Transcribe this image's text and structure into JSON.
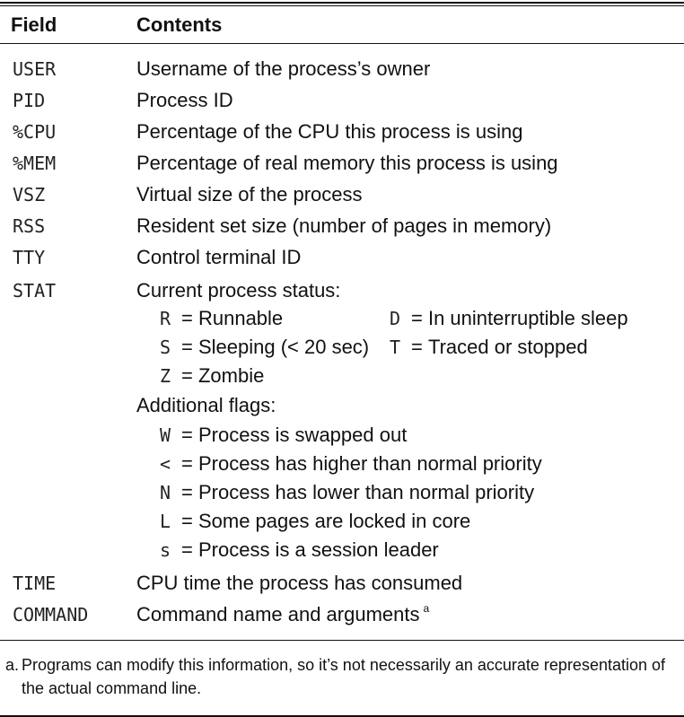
{
  "header": {
    "field": "Field",
    "contents": "Contents"
  },
  "rows": [
    {
      "field": "USER",
      "desc": "Username of the process’s owner"
    },
    {
      "field": "PID",
      "desc": "Process ID"
    },
    {
      "field": "%CPU",
      "desc": "Percentage of the CPU this process is using"
    },
    {
      "field": "%MEM",
      "desc": "Percentage of real memory this process is using"
    },
    {
      "field": "VSZ",
      "desc": "Virtual size of the process"
    },
    {
      "field": "RSS",
      "desc": "Resident set size (number of pages in memory)"
    },
    {
      "field": "TTY",
      "desc": "Control terminal ID"
    },
    {
      "field": "STAT",
      "desc": "Current process status:"
    },
    {
      "field": "TIME",
      "desc": "CPU time the process has consumed"
    },
    {
      "field": "COMMAND",
      "desc": "Command name and arguments",
      "footnote_ref": "a"
    }
  ],
  "stat_status": [
    {
      "code": "R",
      "meaning": "Runnable"
    },
    {
      "code": "D",
      "meaning": "In uninterruptible sleep"
    },
    {
      "code": "S",
      "meaning": "Sleeping (< 20 sec)"
    },
    {
      "code": "T",
      "meaning": "Traced or stopped"
    },
    {
      "code": "Z",
      "meaning": "Zombie"
    }
  ],
  "additional_flags_label": "Additional flags:",
  "additional_flags": [
    {
      "code": "W",
      "meaning": "Process is swapped out"
    },
    {
      "code": "<",
      "meaning": "Process has higher than normal priority"
    },
    {
      "code": "N",
      "meaning": "Process has lower than normal priority"
    },
    {
      "code": "L",
      "meaning": "Some pages are locked in core"
    },
    {
      "code": "s",
      "meaning": "Process is a session leader"
    }
  ],
  "footnote": {
    "mark": "a.",
    "text": "Programs can modify this information, so it’s not necessarily an accurate representation of the actual command line."
  }
}
